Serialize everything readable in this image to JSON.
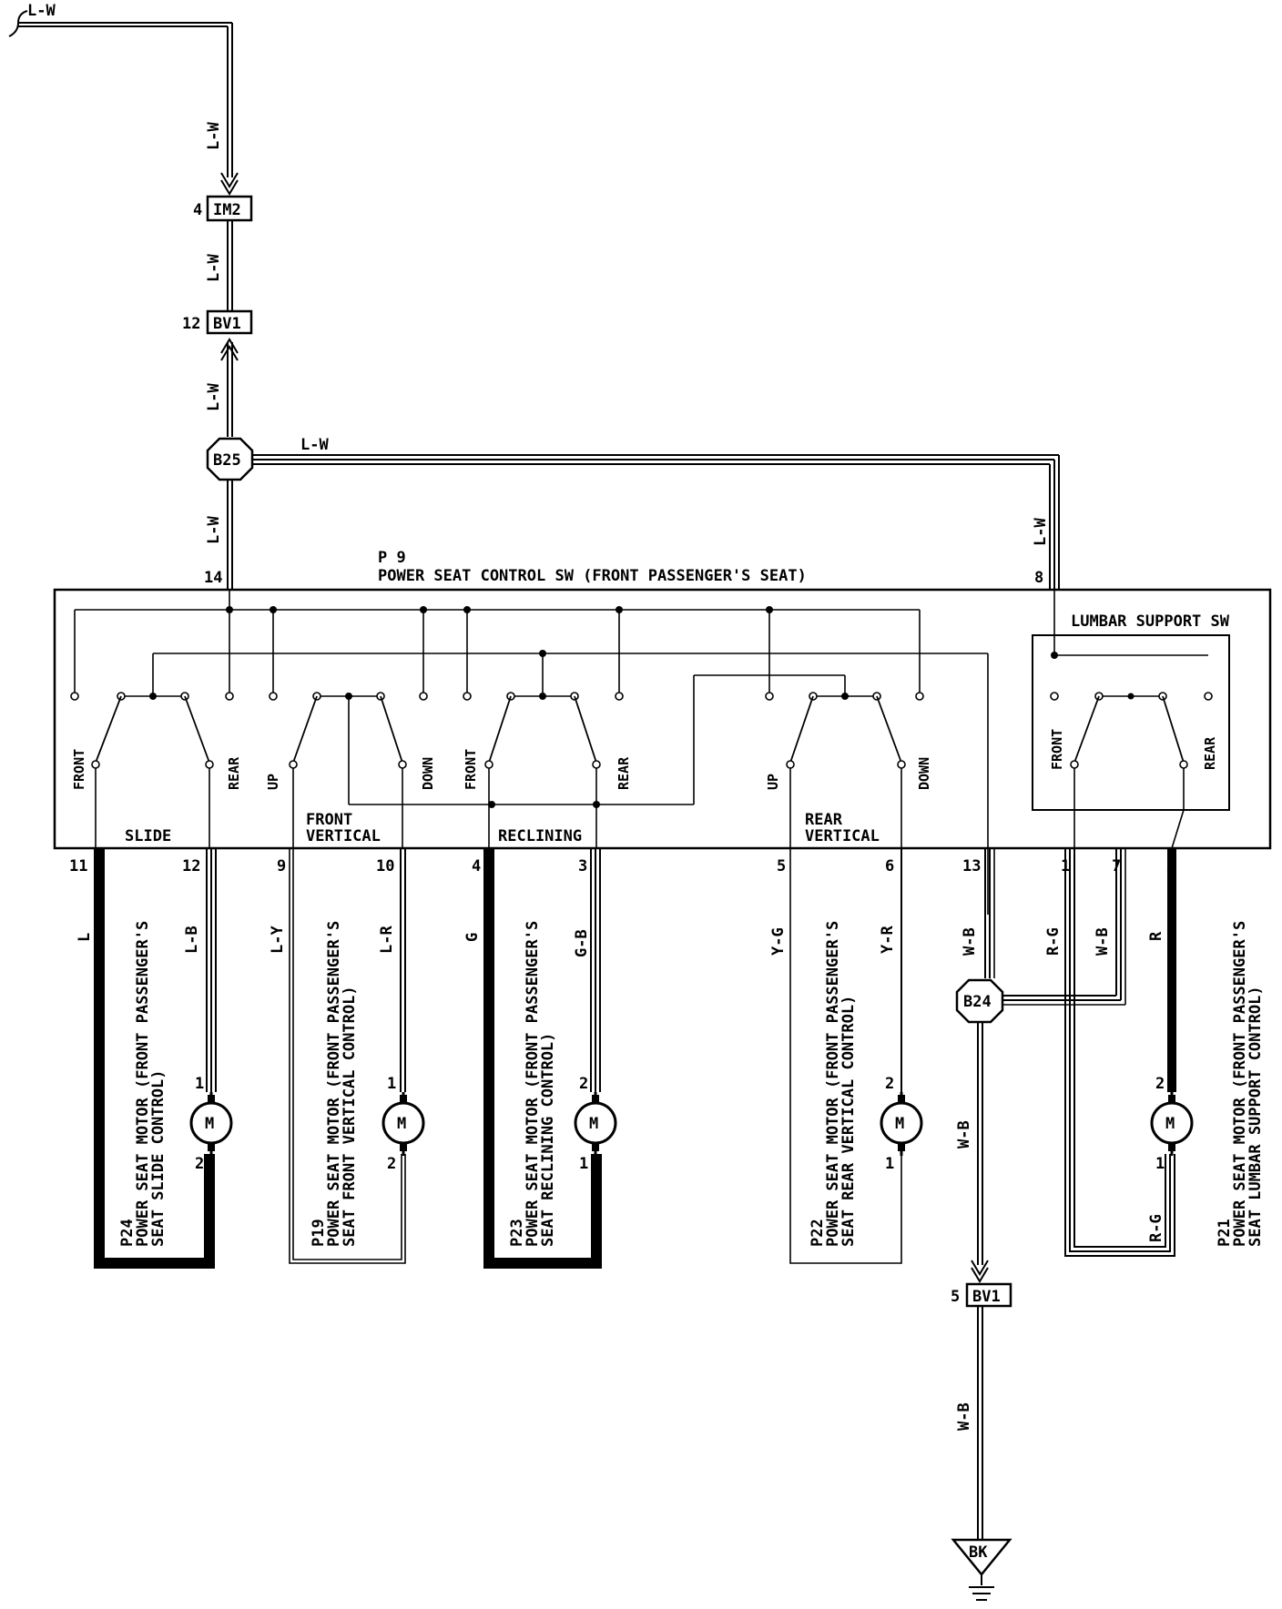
{
  "switch": {
    "ref": "P 9",
    "title": "POWER SEAT CONTROL SW (FRONT PASSENGER'S SEAT)",
    "lumbar_title": "LUMBAR SUPPORT SW",
    "sections": {
      "slide": "SLIDE",
      "front_vertical_1": "FRONT",
      "front_vertical_2": "VERTICAL",
      "reclining": "RECLINING",
      "rear_vertical_1": "REAR",
      "rear_vertical_2": "VERTICAL"
    },
    "positions": {
      "slide_a": "FRONT",
      "slide_b": "REAR",
      "fv_a": "UP",
      "fv_b": "DOWN",
      "rec_a": "FRONT",
      "rec_b": "REAR",
      "rv_a": "UP",
      "rv_b": "DOWN",
      "lum_a": "FRONT",
      "lum_b": "REAR"
    }
  },
  "connectors": {
    "im2": "IM2",
    "im2_pin": "4",
    "bv1_top": "BV1",
    "bv1_top_pin": "12",
    "b25": "B25",
    "b24": "B24",
    "bv1_bot": "BV1",
    "bv1_bot_pin": "5",
    "ground": "BK"
  },
  "pins": {
    "p14": "14",
    "p8": "8",
    "p11": "11",
    "p12": "12",
    "p9": "9",
    "p10": "10",
    "p4": "4",
    "p3": "3",
    "p5": "5",
    "p6": "6",
    "p13": "13",
    "p1": "1",
    "p7": "7",
    "p2": "2"
  },
  "wires": {
    "lw": "L-W",
    "l": "L",
    "lb": "L-B",
    "ly": "L-Y",
    "lr": "L-R",
    "g": "G",
    "gb": "G-B",
    "yg": "Y-G",
    "yr": "Y-R",
    "wb": "W-B",
    "rg": "R-G",
    "r": "R"
  },
  "motors": {
    "symbol": "M",
    "p24": {
      "ref": "P24",
      "line1": "POWER SEAT MOTOR (FRONT PASSENGER'S",
      "line2": "SEAT SLIDE CONTROL)",
      "pin_top": "1",
      "pin_bot": "2"
    },
    "p19": {
      "ref": "P19",
      "line1": "POWER SEAT MOTOR (FRONT PASSENGER'S",
      "line2": "SEAT FRONT VERTICAL CONTROL)",
      "pin_top": "1",
      "pin_bot": "2"
    },
    "p23": {
      "ref": "P23",
      "line1": "POWER SEAT MOTOR (FRONT PASSENGER'S",
      "line2": "SEAT RECLINING CONTROL)",
      "pin_top": "2",
      "pin_bot": "1"
    },
    "p22": {
      "ref": "P22",
      "line1": "POWER SEAT MOTOR (FRONT PASSENGER'S",
      "line2": "SEAT REAR VERTICAL CONTROL)",
      "pin_top": "2",
      "pin_bot": "1"
    },
    "p21": {
      "ref": "P21",
      "line1": "POWER SEAT MOTOR (FRONT PASSENGER'S",
      "line2": "SEAT LUMBAR SUPPORT CONTROL)",
      "pin_top": "2",
      "pin_bot": "1"
    }
  }
}
